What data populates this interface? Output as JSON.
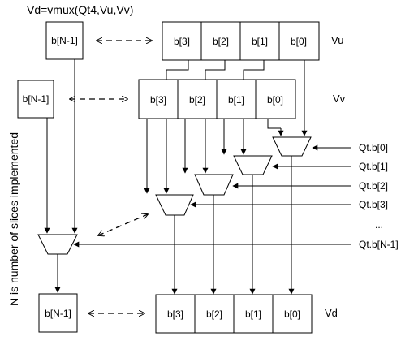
{
  "title": "Vd=vmux(Qt4,Vu,Vv)",
  "side_note": "N is number of slices implemented",
  "vu": {
    "name": "Vu",
    "far_cell": "b[N-1]",
    "cells": [
      "b[3]",
      "b[2]",
      "b[1]",
      "b[0]"
    ]
  },
  "vv": {
    "name": "Vv",
    "far_cell": "b[N-1]",
    "cells": [
      "b[3]",
      "b[2]",
      "b[1]",
      "b[0]"
    ]
  },
  "vd": {
    "name": "Vd",
    "far_cell": "b[N-1]",
    "cells": [
      "b[3]",
      "b[2]",
      "b[1]",
      "b[0]"
    ]
  },
  "qt": {
    "bits": [
      "Qt.b[0]",
      "Qt.b[1]",
      "Qt.b[2]",
      "Qt.b[3]",
      "...",
      "Qt.b[N-1]"
    ]
  }
}
